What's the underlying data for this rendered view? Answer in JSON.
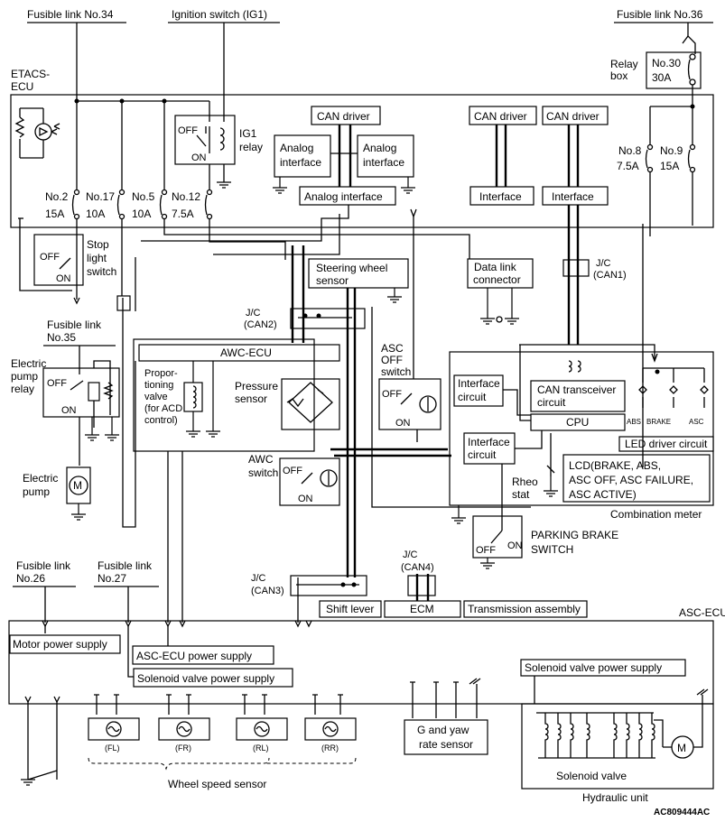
{
  "labels": {
    "fusible_link_34": "Fusible link No.34",
    "ignition_switch": "Ignition switch (IG1)",
    "fusible_link_36": "Fusible link No.36",
    "etacs_ecu_1": "ETACS-",
    "etacs_ecu_2": "ECU",
    "relay_box_1": "Relay",
    "relay_box_2": "box",
    "no30": "No.30",
    "a30": "30A",
    "ig1_relay_1": "IG1",
    "ig1_relay_2": "relay",
    "off": "OFF",
    "on": "ON",
    "can_driver_1": "CAN driver",
    "can_driver_2": "CAN driver",
    "can_driver_3": "CAN driver",
    "analog_interface_l1": "Analog",
    "analog_interface_l2": "interface",
    "analog_interface_r1": "Analog",
    "analog_interface_r2": "interface",
    "analog_interface_bottom": "Analog interface",
    "interface_1": "Interface",
    "interface_2": "Interface",
    "no8": "No.8",
    "no8_a": "7.5A",
    "no9": "No.9",
    "no9_a": "15A",
    "no2": "No.2",
    "no2_a": "15A",
    "no17": "No.17",
    "no17_a": "10A",
    "no5": "No.5",
    "no5_a": "10A",
    "no12": "No.12",
    "no12_a": "7.5A",
    "stop_light_1": "Stop",
    "stop_light_2": "light",
    "stop_light_3": "switch",
    "steering_1": "Steering wheel",
    "steering_2": "sensor",
    "data_link_1": "Data link",
    "data_link_2": "connector",
    "jc_can1_1": "J/C",
    "jc_can1_2": "(CAN1)",
    "jc_can2_1": "J/C",
    "jc_can2_2": "(CAN2)",
    "fusible_35_1": "Fusible link",
    "fusible_35_2": "No.35",
    "electric_pump_relay_1": "Electric",
    "electric_pump_relay_2": "pump",
    "electric_pump_relay_3": "relay",
    "awc_ecu": "AWC-ECU",
    "prop_1": "Propor-",
    "prop_2": "tioning",
    "prop_3": "valve",
    "prop_4": "(for ACD",
    "prop_5": "control)",
    "pressure_1": "Pressure",
    "pressure_2": "sensor",
    "asc_off_1": "ASC",
    "asc_off_2": "OFF",
    "asc_off_3": "switch",
    "interface_circuit_1": "Interface",
    "interface_circuit_2": "circuit",
    "interface_circuit_3": "Interface",
    "interface_circuit_4": "circuit",
    "can_transceiver_1": "CAN transceiver",
    "can_transceiver_2": "circuit",
    "cpu": "CPU",
    "abs": "ABS",
    "brake": "BRAKE",
    "asc": "ASC",
    "led_driver": "LED driver circuit",
    "lcd_1": "LCD(BRAKE, ABS,",
    "lcd_2": "ASC OFF, ASC FAILURE,",
    "lcd_3": "ASC ACTIVE)",
    "rheo_1": "Rheo",
    "rheo_2": "stat",
    "awc_switch_1": "AWC",
    "awc_switch_2": "switch",
    "electric_pump_1": "Electric",
    "electric_pump_2": "pump",
    "motor_m": "M",
    "combination_meter": "Combination meter",
    "parking_1": "PARKING BRAKE",
    "parking_2": "SWITCH",
    "jc_can4_1": "J/C",
    "jc_can4_2": "(CAN4)",
    "jc_can3_1": "J/C",
    "jc_can3_2": "(CAN3)",
    "fusible_26_1": "Fusible link",
    "fusible_26_2": "No.26",
    "fusible_27_1": "Fusible link",
    "fusible_27_2": "No.27",
    "shift_lever": "Shift lever",
    "ecm": "ECM",
    "transmission": "Transmission assembly",
    "asc_ecu": "ASC-ECU",
    "motor_power": "Motor power supply",
    "asc_ecu_power": "ASC-ECU power supply",
    "solenoid_power_1": "Solenoid valve power supply",
    "solenoid_power_2": "Solenoid valve power supply",
    "fl": "(FL)",
    "fr": "(FR)",
    "rl": "(RL)",
    "rr": "(RR)",
    "wheel_speed": "Wheel speed sensor",
    "g_yaw_1": "G and yaw",
    "g_yaw_2": "rate sensor",
    "solenoid_valve": "Solenoid valve",
    "hydraulic": "Hydraulic unit",
    "code": "AC809444AC"
  }
}
